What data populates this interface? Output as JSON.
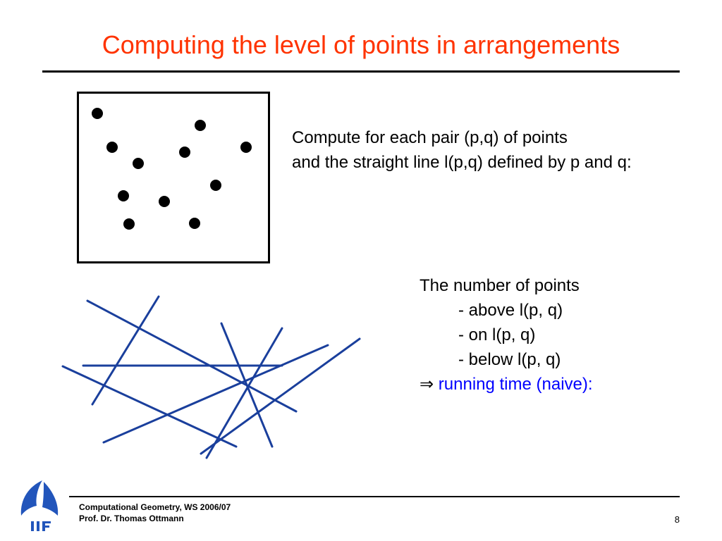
{
  "slide": {
    "title": "Computing the level of points in arrangements",
    "text1": {
      "line1": "Compute for each pair (p,q) of points",
      "line2": "and the straight line l(p,q) defined by p and q:"
    },
    "text2": {
      "line1": "The number of points",
      "line2": "- above l(p, q)",
      "line3": "- on l(p, q)",
      "line4": "- below l(p, q)",
      "arrow": "⇒",
      "line5": "running time (naive):"
    },
    "accent_color": "#0000ff",
    "title_color": "#ff3300",
    "line_color": "#1a3f9c"
  },
  "footer": {
    "course": "Computational Geometry, WS 2006/07",
    "author": "Prof. Dr. Thomas Ottmann",
    "page": "8",
    "logo_text": "IIF"
  }
}
